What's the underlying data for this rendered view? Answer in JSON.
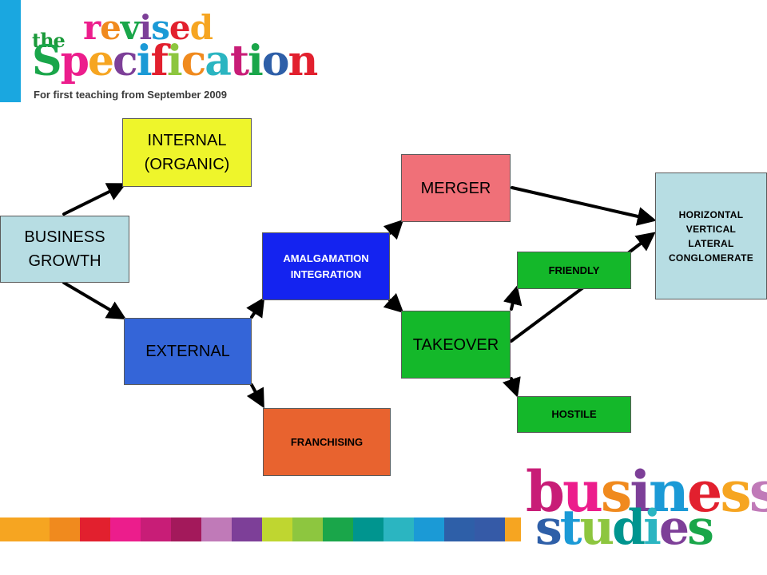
{
  "header": {
    "logo_the": "the",
    "logo_revised": "revised",
    "logo_specification": "Specification",
    "tagline": "For first teaching from September 2009"
  },
  "nodes": {
    "business_growth": "BUSINESS\nGROWTH",
    "internal": "INTERNAL\n(ORGANIC)",
    "external": "EXTERNAL",
    "amalgamation": "AMALGAMATION\nINTEGRATION",
    "franchising": "FRANCHISING",
    "merger": "MERGER",
    "takeover": "TAKEOVER",
    "friendly": "FRIENDLY",
    "hostile": "HOSTILE",
    "integration_types": "HORIZONTAL\nVERTICAL\nLATERAL\nCONGLOMERATE"
  },
  "footer": {
    "logo_line1": "business",
    "logo_line2": "studies"
  },
  "colors": {
    "business_growth": "#b7dde3",
    "internal": "#eef52b",
    "external": "#3465d8",
    "amalgamation": "#1423f0",
    "franchising": "#e8632f",
    "merger": "#f07078",
    "takeover": "#14b82a",
    "friendly": "#14b82a",
    "hostile": "#14b82a",
    "integration_types": "#b7dde3"
  }
}
